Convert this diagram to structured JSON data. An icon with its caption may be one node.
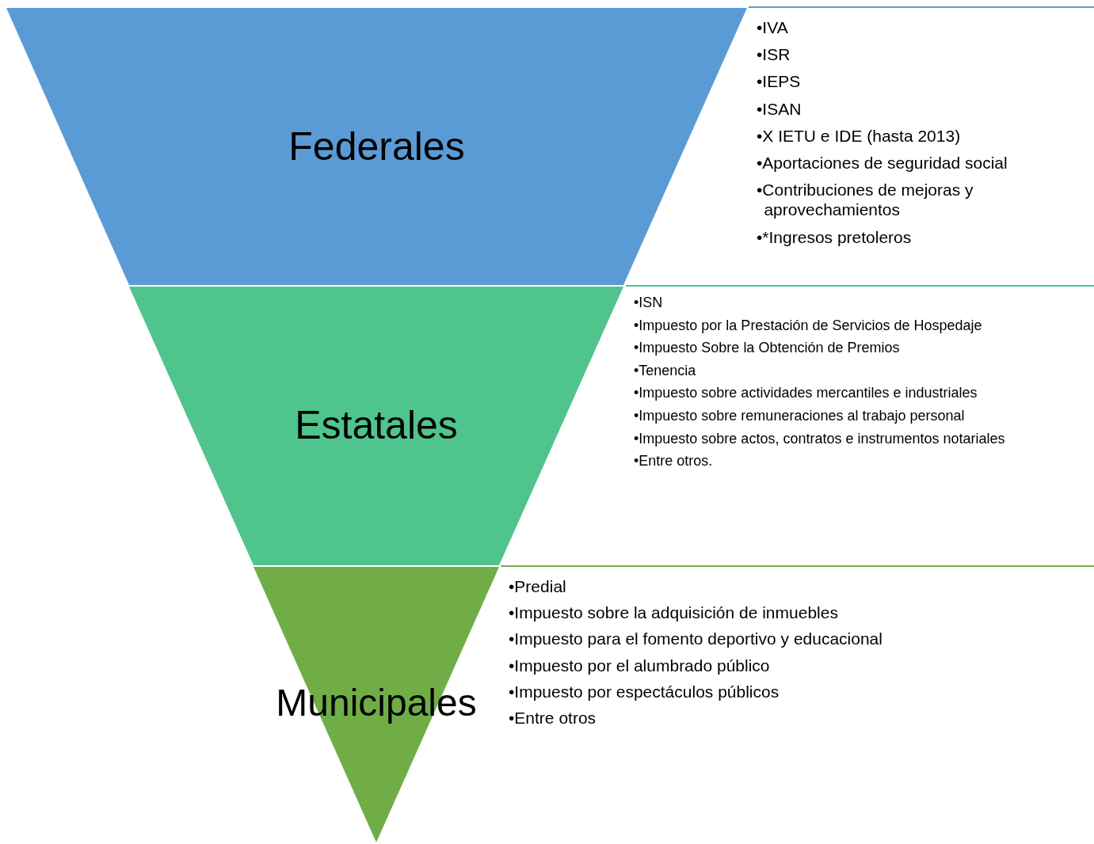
{
  "diagram": {
    "nodes": [
      {
        "text": [
          "Federales"
        ]
      },
      {
        "text": [
          "•IVA",
          "•ISR",
          "•IEPS",
          "•ISAN",
          "•X IETU e IDE (hasta 2013)",
          "•Aportaciones de seguridad social",
          "•Contribuciones de mejoras y aprovechamientos",
          "•*Ingresos pretoleros"
        ]
      },
      {
        "text": [
          "Estatales"
        ]
      },
      {
        "text": [
          "•ISN",
          "•Impuesto por la Prestación de Servicios de Hospedaje",
          "•Impuesto Sobre la Obtención de Premios",
          "•Tenencia",
          "•Impuesto sobre actividades mercantiles e industriales",
          "•Impuesto sobre remuneraciones al trabajo personal",
          "•Impuesto sobre actos, contratos e instrumentos notariales",
          "•Entre otros."
        ]
      },
      {
        "text": [
          "Municipales"
        ]
      },
      {
        "text": [
          "•Predial",
          "•Impuesto sobre la adquisición de inmuebles",
          "•Impuesto para el fomento deportivo y educacional",
          "•Impuesto por el alumbrado público",
          "•Impuesto por espectáculos públicos",
          "•Entre otros"
        ]
      }
    ]
  }
}
